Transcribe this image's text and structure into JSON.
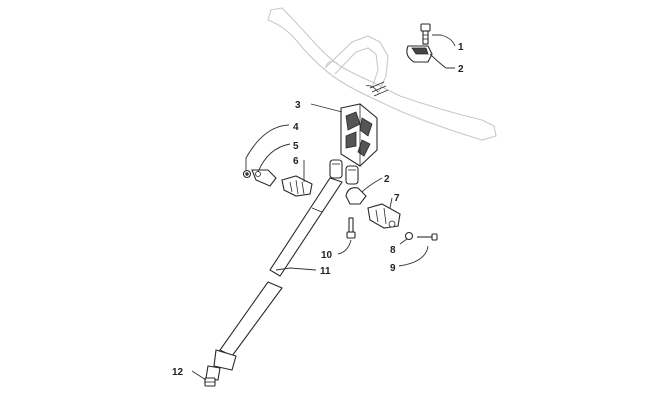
{
  "diagram": {
    "callouts": [
      {
        "id": "c1",
        "label": "1"
      },
      {
        "id": "c2a",
        "label": "2"
      },
      {
        "id": "c3",
        "label": "3"
      },
      {
        "id": "c4",
        "label": "4"
      },
      {
        "id": "c5",
        "label": "5"
      },
      {
        "id": "c6",
        "label": "6"
      },
      {
        "id": "c2b",
        "label": "2"
      },
      {
        "id": "c7",
        "label": "7"
      },
      {
        "id": "c8",
        "label": "8"
      },
      {
        "id": "c9",
        "label": "9"
      },
      {
        "id": "c10",
        "label": "10"
      },
      {
        "id": "c11",
        "label": "11"
      },
      {
        "id": "c12",
        "label": "12"
      }
    ]
  }
}
